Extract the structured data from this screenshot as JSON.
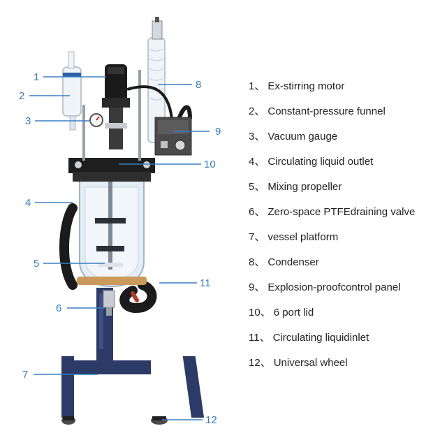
{
  "colors": {
    "callout": "#3a7fc1",
    "frame": "#2b3a66",
    "glass": "#dfe9f2",
    "motor": "#1a1a1a"
  },
  "legend": {
    "separator": "、",
    "items": [
      {
        "num": "1",
        "label": "Ex-stirring motor"
      },
      {
        "num": "2",
        "label": "Constant-pressure funnel"
      },
      {
        "num": "3",
        "label": "Vacuum gauge"
      },
      {
        "num": "4",
        "label": "Circulating liquid outlet"
      },
      {
        "num": "5",
        "label": "Mixing propeller"
      },
      {
        "num": "6",
        "label": "Zero-space PTFEdraining valve"
      },
      {
        "num": "7",
        "label": "vessel platform"
      },
      {
        "num": "8",
        "label": "Condenser"
      },
      {
        "num": "9",
        "label": "Explosion-proofcontrol panel"
      },
      {
        "num": "10",
        "label": "6 port lid"
      },
      {
        "num": "11",
        "label": "Circulating liquidinlet"
      },
      {
        "num": "12",
        "label": "Universal wheel"
      }
    ]
  }
}
